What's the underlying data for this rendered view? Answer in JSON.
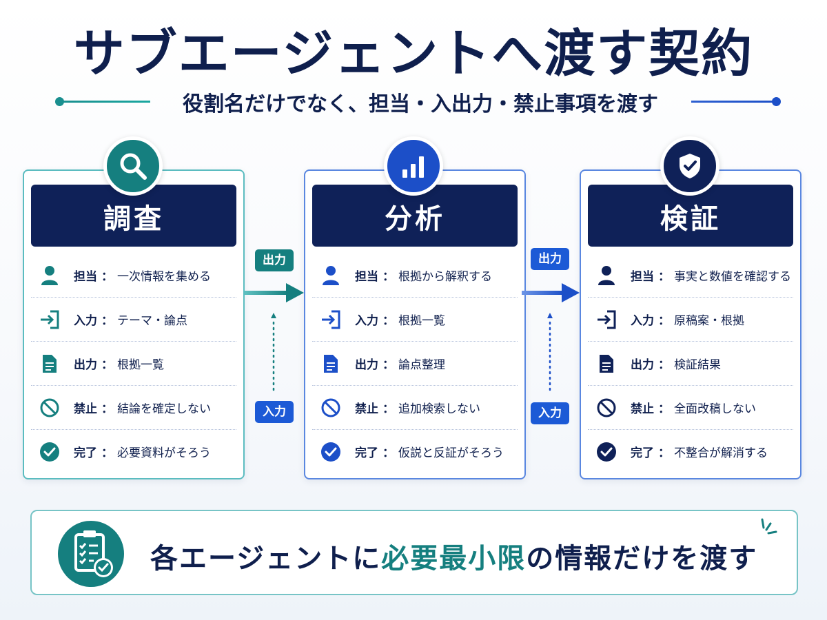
{
  "title": "サブエージェントへ渡す契約",
  "subtitle": "役割名だけでなく、担当・入出力・禁止事項を渡す",
  "colors": {
    "navy": "#0f2158",
    "teal": "#157f7f",
    "blue": "#1c4fc8"
  },
  "cards": [
    {
      "title": "調査",
      "icon": "search-icon",
      "rows": [
        {
          "icon": "person-icon",
          "label": "担当",
          "value": "一次情報を集める"
        },
        {
          "icon": "input-icon",
          "label": "入力",
          "value": "テーマ・論点"
        },
        {
          "icon": "document-icon",
          "label": "出力",
          "value": "根拠一覧"
        },
        {
          "icon": "prohibited-icon",
          "label": "禁止",
          "value": "結論を確定しない"
        },
        {
          "icon": "check-icon",
          "label": "完了",
          "value": "必要資料がそろう"
        }
      ]
    },
    {
      "title": "分析",
      "icon": "bar-chart-icon",
      "rows": [
        {
          "icon": "person-icon",
          "label": "担当",
          "value": "根拠から解釈する"
        },
        {
          "icon": "input-icon",
          "label": "入力",
          "value": "根拠一覧"
        },
        {
          "icon": "document-icon",
          "label": "出力",
          "value": "論点整理"
        },
        {
          "icon": "prohibited-icon",
          "label": "禁止",
          "value": "追加検索しない"
        },
        {
          "icon": "check-icon",
          "label": "完了",
          "value": "仮説と反証がそろう"
        }
      ]
    },
    {
      "title": "検証",
      "icon": "shield-check-icon",
      "rows": [
        {
          "icon": "person-icon",
          "label": "担当",
          "value": "事実と数値を確認する"
        },
        {
          "icon": "input-icon",
          "label": "入力",
          "value": "原稿案・根拠"
        },
        {
          "icon": "document-icon",
          "label": "出力",
          "value": "検証結果"
        },
        {
          "icon": "prohibited-icon",
          "label": "禁止",
          "value": "全面改稿しない"
        },
        {
          "icon": "check-icon",
          "label": "完了",
          "value": "不整合が解消する"
        }
      ]
    }
  ],
  "flows": [
    {
      "output_label": "出力",
      "input_label": "入力"
    },
    {
      "output_label": "出力",
      "input_label": "入力"
    }
  ],
  "footer": {
    "text_before": "各エージェントに",
    "text_highlight": "必要最小限",
    "text_after": "の情報だけを渡す",
    "icon": "clipboard-check-icon"
  },
  "row_separator": "："
}
